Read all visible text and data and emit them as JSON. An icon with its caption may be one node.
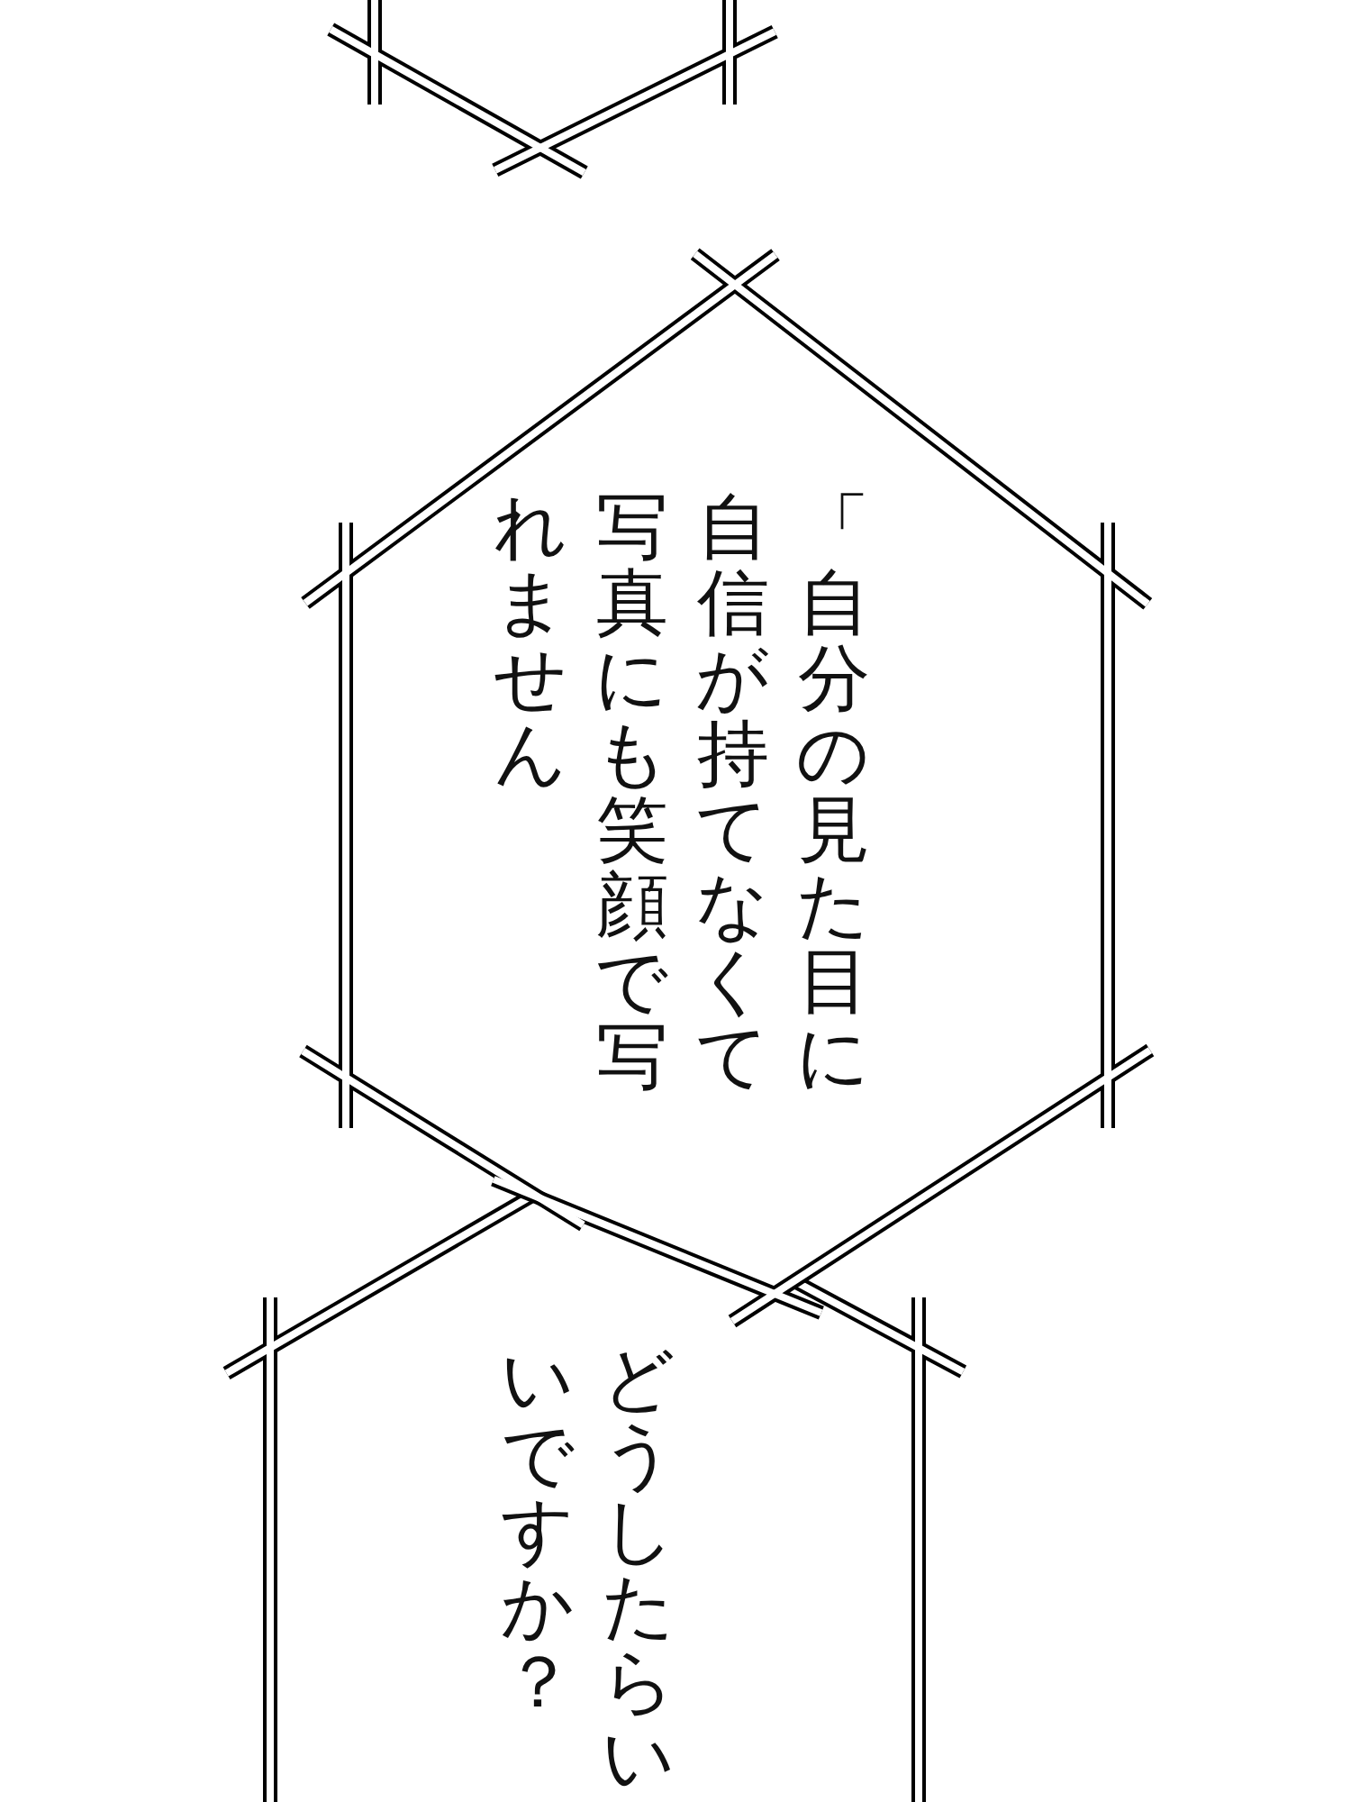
{
  "diagram": {
    "nodes": [
      {
        "text": [],
        "shape": "hexagon"
      },
      {
        "text": [
          "「自分の見た目に自信が持てなくて写真にも笑顔で写れません"
        ]
      },
      {
        "text": [
          "どうしたらいいですか？"
        ]
      }
    ]
  }
}
